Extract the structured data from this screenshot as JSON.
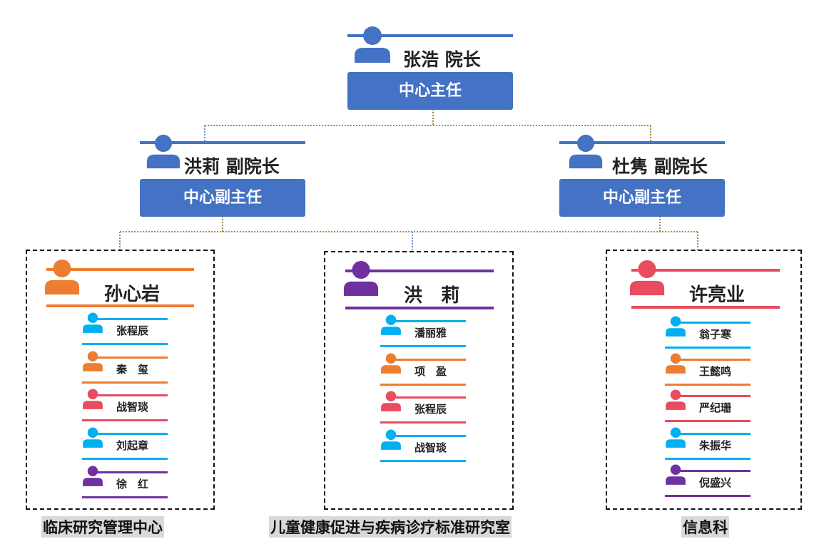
{
  "colors": {
    "blue": "#4472C4",
    "orange": "#ED7D31",
    "purple": "#7030A0",
    "red": "#E84C5E",
    "cyan": "#00B0F0",
    "connector": "#8B6914"
  },
  "director": {
    "name": "张浩 院长",
    "role": "中心主任"
  },
  "deputies": [
    {
      "name": "洪莉 副院长",
      "role": "中心副主任"
    },
    {
      "name": "杜隽 副院长",
      "role": "中心副主任"
    }
  ],
  "groups": [
    {
      "head": "孙心岩",
      "caption": "临床研究管理中心",
      "members": [
        "张程辰",
        "秦　玺",
        "战智琰",
        "刘起章",
        "徐　红"
      ]
    },
    {
      "head": "洪　莉",
      "caption": "儿童健康促进与疾病诊疗标准研究室",
      "members": [
        "潘丽雅",
        "项　盈",
        "张程辰",
        "战智琰"
      ]
    },
    {
      "head": "许亮业",
      "caption": "信息科",
      "members": [
        "翁子寒",
        "王懿鸣",
        "严纪珊",
        "朱振华",
        "倪盛兴"
      ]
    }
  ]
}
